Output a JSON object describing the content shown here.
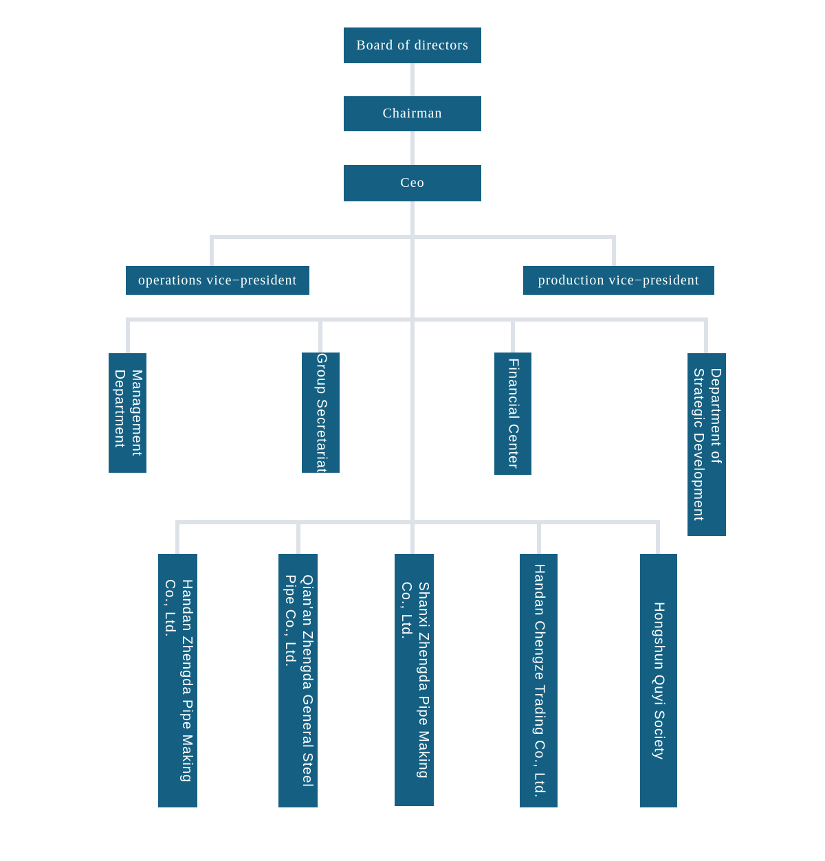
{
  "colors": {
    "node_fill": "#156082",
    "node_text": "#ffffff",
    "connector": "#dce2e8",
    "background": "#ffffff"
  },
  "nodes": {
    "board": {
      "label": "Board of directors"
    },
    "chairman": {
      "label": "Chairman"
    },
    "ceo": {
      "label": "Ceo"
    },
    "operations_vp": {
      "label": "operations vice−president"
    },
    "production_vp": {
      "label": "production vice−president"
    },
    "management_department": {
      "label": "Management\nDepartment"
    },
    "group_secretariat": {
      "label": "Group Secretariat"
    },
    "financial_center": {
      "label": "Financial Center"
    },
    "strategic_development": {
      "label": "Department of\nStrategic Development"
    },
    "handan_zhengda_pipe": {
      "label": "Handan Zhengda Pipe Making\nCo., Ltd."
    },
    "qianan_zhengda_steel": {
      "label": "Qian'an Zhengda General Steel\nPipe Co., Ltd."
    },
    "shanxi_zhengda_pipe": {
      "label": "Shanxi Zhengda Pipe Making\nCo., Ltd."
    },
    "handan_chengze_trading": {
      "label": "Handan Chengze Trading Co., Ltd."
    },
    "hongshun_quyi_society": {
      "label": "Hongshun Quyi Society"
    }
  },
  "edges": [
    [
      "board",
      "chairman"
    ],
    [
      "chairman",
      "ceo"
    ],
    [
      "ceo",
      "operations_vp"
    ],
    [
      "ceo",
      "production_vp"
    ],
    [
      "ceo",
      "management_department"
    ],
    [
      "ceo",
      "group_secretariat"
    ],
    [
      "ceo",
      "financial_center"
    ],
    [
      "ceo",
      "strategic_development"
    ],
    [
      "ceo",
      "handan_zhengda_pipe"
    ],
    [
      "ceo",
      "qianan_zhengda_steel"
    ],
    [
      "ceo",
      "shanxi_zhengda_pipe"
    ],
    [
      "ceo",
      "handan_chengze_trading"
    ],
    [
      "ceo",
      "hongshun_quyi_society"
    ]
  ]
}
